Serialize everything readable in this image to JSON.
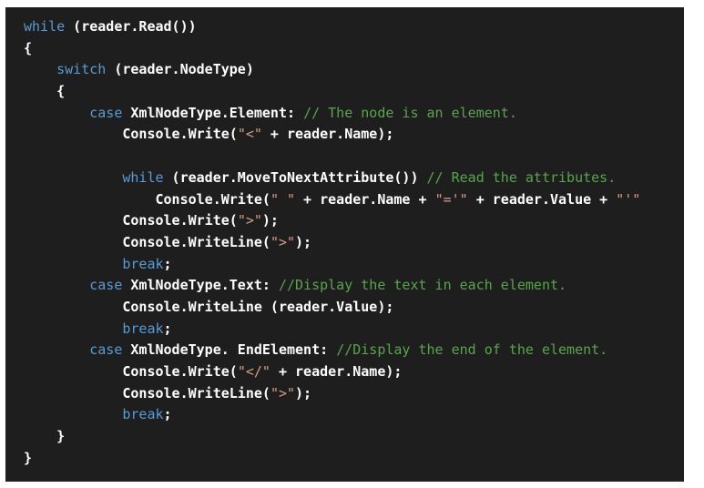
{
  "colors": {
    "background": "#1e1e1e",
    "keyword": "#569cd6",
    "plain": "#ffffff",
    "string": "#d69d85",
    "comment": "#57a64a"
  },
  "code_lines": [
    [
      {
        "t": "kw",
        "s": "while"
      },
      {
        "t": "plain",
        "s": " (reader.Read())"
      }
    ],
    [
      {
        "t": "plain",
        "s": "{"
      }
    ],
    [
      {
        "t": "plain",
        "s": "    "
      },
      {
        "t": "kw",
        "s": "switch"
      },
      {
        "t": "plain",
        "s": " (reader.NodeType)"
      }
    ],
    [
      {
        "t": "plain",
        "s": "    {"
      }
    ],
    [
      {
        "t": "plain",
        "s": "        "
      },
      {
        "t": "kw",
        "s": "case"
      },
      {
        "t": "plain",
        "s": " XmlNodeType.Element: "
      },
      {
        "t": "com",
        "s": "// The node is an element."
      }
    ],
    [
      {
        "t": "plain",
        "s": "            Console.Write("
      },
      {
        "t": "str",
        "s": "\"<\""
      },
      {
        "t": "plain",
        "s": " + reader.Name);"
      }
    ],
    [],
    [
      {
        "t": "plain",
        "s": "            "
      },
      {
        "t": "kw",
        "s": "while"
      },
      {
        "t": "plain",
        "s": " (reader.MoveToNextAttribute()) "
      },
      {
        "t": "com",
        "s": "// Read the attributes."
      }
    ],
    [
      {
        "t": "plain",
        "s": "                Console.Write("
      },
      {
        "t": "str",
        "s": "\" \""
      },
      {
        "t": "plain",
        "s": " + reader.Name + "
      },
      {
        "t": "str",
        "s": "\"='\""
      },
      {
        "t": "plain",
        "s": " + reader.Value + "
      },
      {
        "t": "str",
        "s": "\"'\""
      }
    ],
    [
      {
        "t": "plain",
        "s": "            Console.Write("
      },
      {
        "t": "str",
        "s": "\">\""
      },
      {
        "t": "plain",
        "s": ");"
      }
    ],
    [
      {
        "t": "plain",
        "s": "            Console.WriteLine("
      },
      {
        "t": "str",
        "s": "\">\""
      },
      {
        "t": "plain",
        "s": ");"
      }
    ],
    [
      {
        "t": "plain",
        "s": "            "
      },
      {
        "t": "kw",
        "s": "break"
      },
      {
        "t": "plain",
        "s": ";"
      }
    ],
    [
      {
        "t": "plain",
        "s": "        "
      },
      {
        "t": "kw",
        "s": "case"
      },
      {
        "t": "plain",
        "s": " XmlNodeType.Text: "
      },
      {
        "t": "com",
        "s": "//Display the text in each element."
      }
    ],
    [
      {
        "t": "plain",
        "s": "            Console.WriteLine (reader.Value);"
      }
    ],
    [
      {
        "t": "plain",
        "s": "            "
      },
      {
        "t": "kw",
        "s": "break"
      },
      {
        "t": "plain",
        "s": ";"
      }
    ],
    [
      {
        "t": "plain",
        "s": "        "
      },
      {
        "t": "kw",
        "s": "case"
      },
      {
        "t": "plain",
        "s": " XmlNodeType. EndElement: "
      },
      {
        "t": "com",
        "s": "//Display the end of the element."
      }
    ],
    [
      {
        "t": "plain",
        "s": "            Console.Write("
      },
      {
        "t": "str",
        "s": "\"</\""
      },
      {
        "t": "plain",
        "s": " + reader.Name);"
      }
    ],
    [
      {
        "t": "plain",
        "s": "            Console.WriteLine("
      },
      {
        "t": "str",
        "s": "\">\""
      },
      {
        "t": "plain",
        "s": ");"
      }
    ],
    [
      {
        "t": "plain",
        "s": "            "
      },
      {
        "t": "kw",
        "s": "break"
      },
      {
        "t": "plain",
        "s": ";"
      }
    ],
    [
      {
        "t": "plain",
        "s": "    }"
      }
    ],
    [
      {
        "t": "plain",
        "s": "}"
      }
    ]
  ]
}
